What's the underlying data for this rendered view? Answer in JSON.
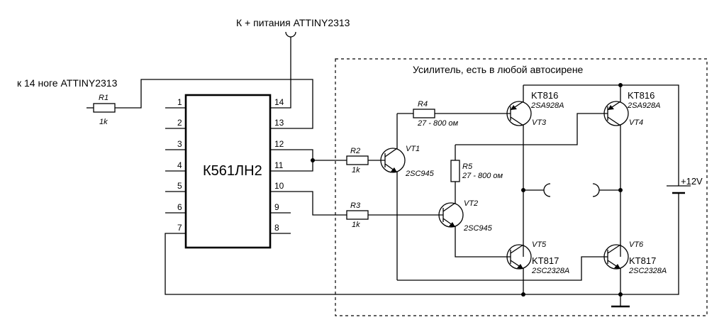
{
  "labels": {
    "power_note": "К + питания ATTINY2313",
    "pin14_note": "к 14 ноге ATTINY2313",
    "amplifier_note": "Усилитель, есть в любой автосирене"
  },
  "ic": {
    "name": "К561ЛН2",
    "left_pins": [
      "1",
      "2",
      "3",
      "4",
      "5",
      "6",
      "7"
    ],
    "right_pins": [
      "14",
      "13",
      "12",
      "11",
      "10",
      "9",
      "8"
    ]
  },
  "resistors": {
    "r1": {
      "ref": "R1",
      "value": "1k"
    },
    "r2": {
      "ref": "R2",
      "value": "1k"
    },
    "r3": {
      "ref": "R3",
      "value": "1k"
    },
    "r4": {
      "ref": "R4",
      "value": "27 - 800 ом"
    },
    "r5": {
      "ref": "R5",
      "value": "27 - 800 ом"
    }
  },
  "transistors": {
    "vt1": {
      "ref": "VT1",
      "part": "2SC945"
    },
    "vt2": {
      "ref": "VT2",
      "part": "2SC945"
    },
    "vt3": {
      "ref": "VT3",
      "part": "KT816",
      "alt": "2SA928A"
    },
    "vt4": {
      "ref": "VT4",
      "part": "KT816",
      "alt": "2SA928A"
    },
    "vt5": {
      "ref": "VT5",
      "part": "KT817",
      "alt": "2SC2328A"
    },
    "vt6": {
      "ref": "VT6",
      "part": "KT817",
      "alt": "2SC2328A"
    }
  },
  "battery": {
    "label": "+12V"
  }
}
